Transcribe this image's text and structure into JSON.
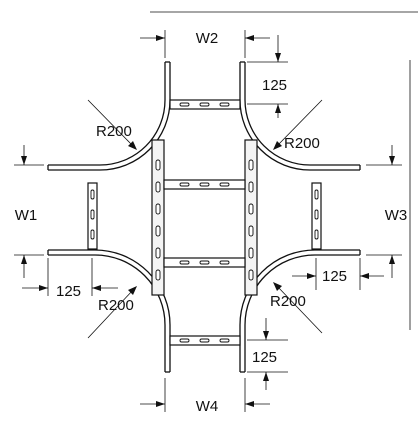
{
  "labels": {
    "w1": "W1",
    "w2": "W2",
    "w3": "W3",
    "w4": "W4",
    "r_top_left": "R200",
    "r_top_right": "R200",
    "r_bottom_left": "R200",
    "r_bottom_right": "R200",
    "d_top": "125",
    "d_left": "125",
    "d_right": "125",
    "d_bottom": "125"
  }
}
